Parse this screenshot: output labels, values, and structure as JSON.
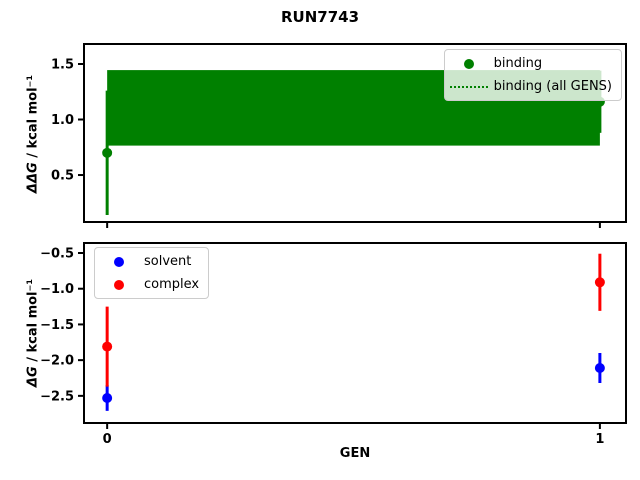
{
  "title": "RUN7743",
  "colors": {
    "binding_green": "#008000",
    "solvent_blue": "#0000ff",
    "complex_red": "#ff0000",
    "axis_black": "#000000",
    "legend_border": "#cccccc",
    "background": "#ffffff"
  },
  "chart_data": [
    {
      "type": "scatter",
      "name": "binding-free-energy-panel",
      "ylabel": {
        "math": "ΔΔG",
        "units": " / kcal mol⁻¹"
      },
      "xlabel": "",
      "xlim": [
        -0.047,
        1.053
      ],
      "ylim": [
        0.077,
        1.68
      ],
      "yticks": [
        0.5,
        1.0,
        1.5
      ],
      "ytick_labels": [
        "0.5",
        "1.0",
        "1.5"
      ],
      "xticks": [
        0,
        1
      ],
      "xtick_labels": [
        "",
        ""
      ],
      "grid": false,
      "series": [
        {
          "name": "binding (all GENS)",
          "style": "band",
          "color": "#008000",
          "x_range": [
            0,
            1
          ],
          "center": 1.105,
          "lo": 0.765,
          "hi": 1.445,
          "line_style": "dotted"
        },
        {
          "name": "binding",
          "style": "errorbar",
          "color": "#008000",
          "x": [
            0,
            1
          ],
          "y": [
            0.7,
            1.16
          ],
          "yerr": [
            0.56,
            0.28
          ]
        }
      ],
      "legend": {
        "position": "upper right",
        "items": [
          {
            "label": "binding",
            "marker": "dot",
            "color": "#008000"
          },
          {
            "label": "binding (all GENS)",
            "marker": "dotted-line",
            "color": "#008000"
          }
        ]
      }
    },
    {
      "type": "scatter",
      "name": "phase-free-energy-panel",
      "ylabel": {
        "math": "ΔG",
        "units": " / kcal mol⁻¹"
      },
      "xlabel": "GEN",
      "xlim": [
        -0.047,
        1.053
      ],
      "ylim": [
        -2.88,
        -0.36
      ],
      "yticks": [
        -0.5,
        -1.0,
        -1.5,
        -2.0,
        -2.5
      ],
      "ytick_labels": [
        "−0.5",
        "−1.0",
        "−1.5",
        "−2.0",
        "−2.5"
      ],
      "xticks": [
        0,
        1
      ],
      "xtick_labels": [
        "0",
        "1"
      ],
      "grid": false,
      "series": [
        {
          "name": "solvent",
          "style": "errorbar",
          "color": "#0000ff",
          "x": [
            0,
            1
          ],
          "y": [
            -2.53,
            -2.11
          ],
          "yerr": [
            0.18,
            0.21
          ]
        },
        {
          "name": "complex",
          "style": "errorbar",
          "color": "#ff0000",
          "x": [
            0,
            1
          ],
          "y": [
            -1.81,
            -0.91
          ],
          "yerr": [
            0.56,
            0.4
          ]
        }
      ],
      "legend": {
        "position": "upper left",
        "items": [
          {
            "label": "solvent",
            "marker": "dot",
            "color": "#0000ff"
          },
          {
            "label": "complex",
            "marker": "dot",
            "color": "#ff0000"
          }
        ]
      }
    }
  ]
}
